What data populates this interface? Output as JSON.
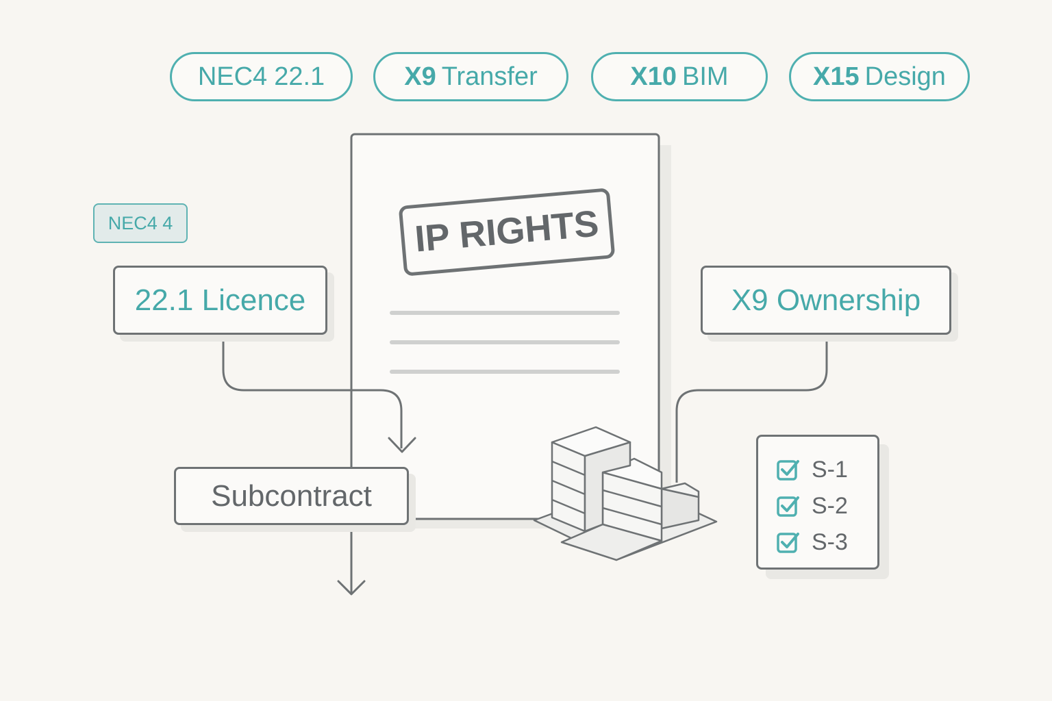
{
  "header_tags": [
    {
      "bold": "NEC4",
      "rest": "22.1"
    },
    {
      "bold": "X9",
      "rest": "Transfer"
    },
    {
      "bold": "X10",
      "rest": "BIM"
    },
    {
      "bold": "X15",
      "rest": "Design"
    }
  ],
  "side_tag": "NEC4 4",
  "document": {
    "stamp": "IP RIGHTS"
  },
  "boxes": {
    "licence": "22.1 Licence",
    "ownership": "X9 Ownership",
    "subcontract": "Subcontract"
  },
  "checklist": {
    "items": [
      "S-1",
      "S-2",
      "S-3"
    ]
  },
  "colors": {
    "accent": "#4fb0b0",
    "stroke": "#6e7274",
    "background": "#f8f6f2"
  }
}
